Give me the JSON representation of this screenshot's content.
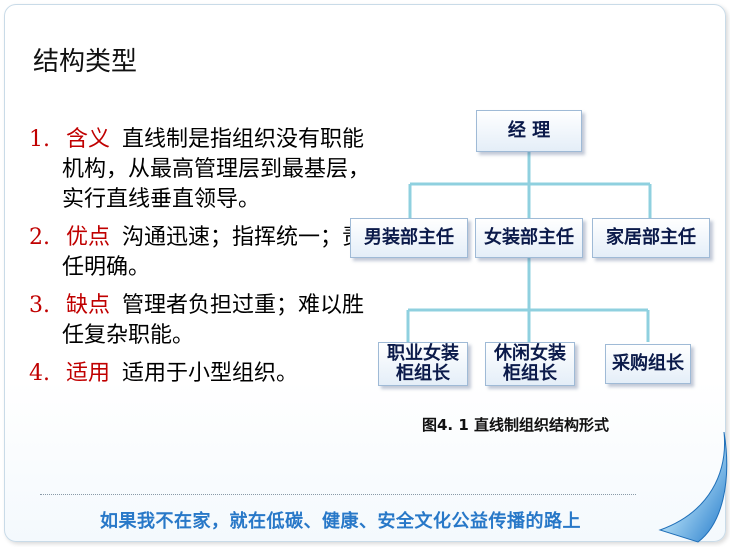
{
  "title": "结构类型",
  "items": [
    {
      "num": "1.",
      "keyword": "含义",
      "text": "直线制是指组织没有职能机构，从最高管理层到最基层，实行直线垂直领导。"
    },
    {
      "num": "2.",
      "keyword": "优点",
      "text": "沟通迅速；指挥统一；责任明确。"
    },
    {
      "num": "3.",
      "keyword": "缺点",
      "text": "管理者负担过重；难以胜任复杂职能。"
    },
    {
      "num": "4.",
      "keyword": "适用",
      "text": "适用于小型组织。"
    }
  ],
  "org_chart": {
    "root": "经 理",
    "level2": [
      "男装部主任",
      "女装部主任",
      "家居部主任"
    ],
    "level3": [
      "职业女装柜组长",
      "休闲女装柜组长",
      "采购组长"
    ]
  },
  "caption": "图4. 1 直线制组织结构形式",
  "footer": "如果我不在家，就在低碳、健康、安全文化公益传播的路上"
}
